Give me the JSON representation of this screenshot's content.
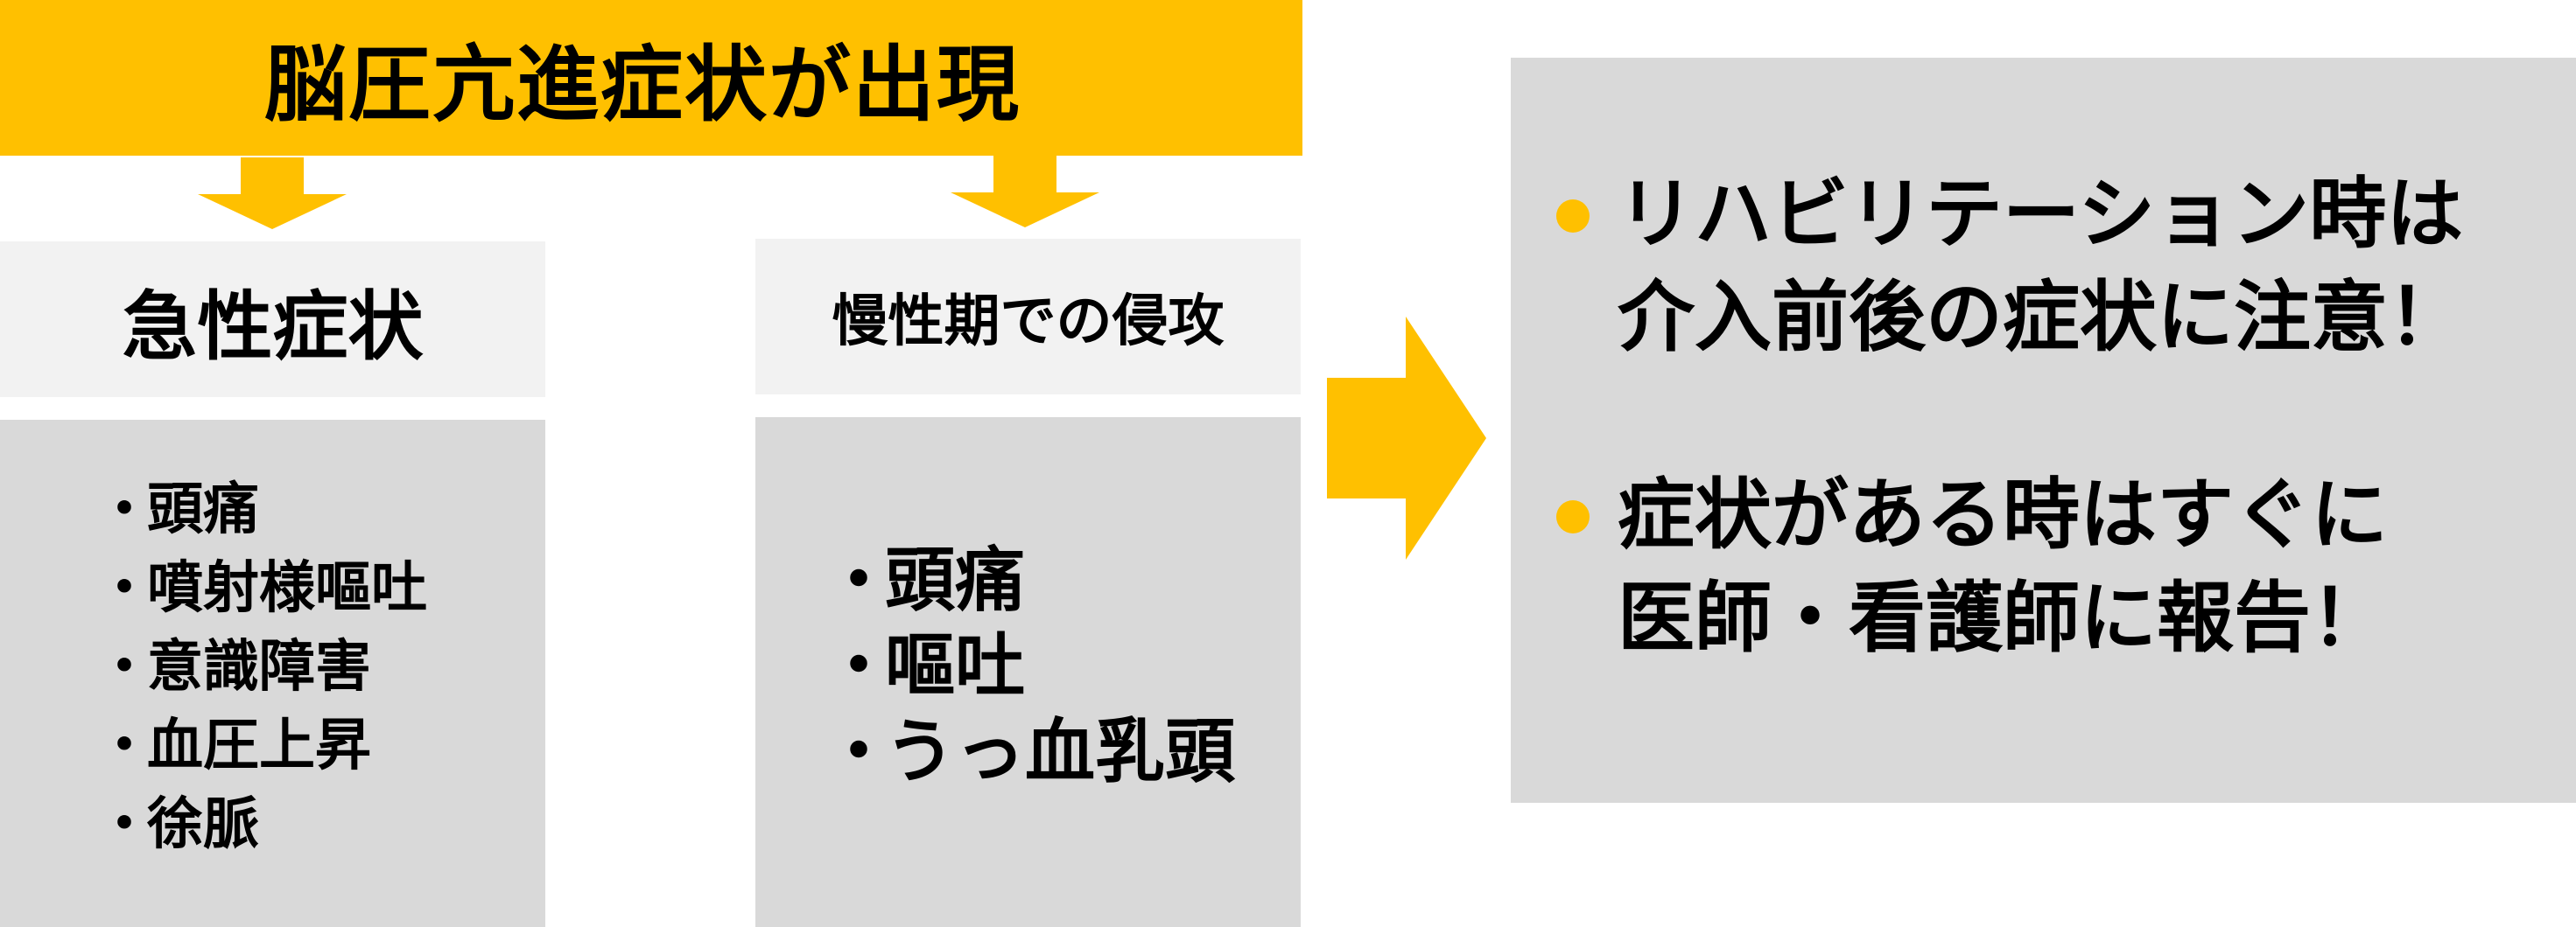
{
  "title": "脳圧亢進症状が出現",
  "colors": {
    "accent": "#ffc000",
    "header_bg": "#f2f2f2",
    "panel_bg": "#d9d9d9"
  },
  "acute": {
    "header": "急性症状",
    "bullet": "・",
    "items": [
      "頭痛",
      "噴射様嘔吐",
      "意識障害",
      "血圧上昇",
      "徐脈"
    ]
  },
  "chronic": {
    "header": "慢性期での侵攻",
    "bullet": "・",
    "items": [
      "頭痛",
      "嘔吐",
      "うっ血乳頭"
    ]
  },
  "notes": [
    {
      "lines": [
        "リハビリテーション時は",
        "介入前後の症状に注意！"
      ]
    },
    {
      "lines": [
        "症状がある時はすぐに",
        "医師・看護師に報告！"
      ]
    }
  ]
}
